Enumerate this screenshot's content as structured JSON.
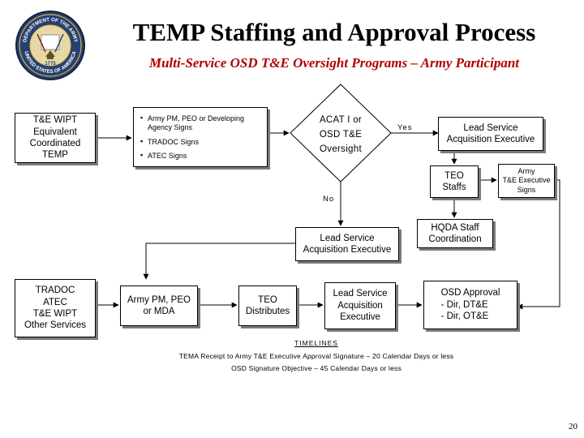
{
  "header": {
    "title": "TEMP Staffing and Approval Process",
    "subtitle": "Multi-Service OSD T&E Oversight Programs – Army Participant"
  },
  "boxes": {
    "wipt": [
      "T&E WIPT",
      "Equivalent",
      "Coordinated",
      "TEMP"
    ],
    "signs": [
      "Army PM, PEO or Developing Agency Signs",
      "TRADOC Signs",
      "ATEC Signs"
    ],
    "acat": [
      "ACAT I or",
      "OSD T&E",
      "Oversight"
    ],
    "lsae_top": [
      "Lead Service",
      "Acquisition Executive"
    ],
    "teo_staffs": [
      "TEO",
      "Staffs"
    ],
    "army_te": [
      "Army",
      "T&E Executive",
      "Signs"
    ],
    "hqda": [
      "HQDA Staff",
      "Coordination"
    ],
    "lsae_mid": [
      "Lead Service",
      "Acquisition Executive"
    ],
    "tradoc_group": [
      "TRADOC",
      "ATEC",
      "T&E WIPT",
      "Other Services"
    ],
    "pm_peo": [
      "Army PM, PEO",
      "or MDA"
    ],
    "teo_dist": [
      "TEO",
      "Distributes"
    ],
    "lsae_bottom": [
      "Lead Service",
      "Acquisition",
      "Executive"
    ],
    "osd": [
      "OSD Approval",
      "- Dir, DT&E",
      "- Dir, OT&E"
    ]
  },
  "labels": {
    "yes": "Yes",
    "no": "No"
  },
  "timelines": {
    "heading": "TIMELINES",
    "line1": "TEMA Receipt to Army T&E Executive Approval Signature – 20 Calendar Days or less",
    "line2": "OSD Signature Objective – 45 Calendar Days or less"
  },
  "seal_text": {
    "top": "DEPARTMENT OF THE ARMY",
    "bottom": "UNITED STATES OF AMERICA",
    "year": "1775"
  },
  "page_number": "20"
}
